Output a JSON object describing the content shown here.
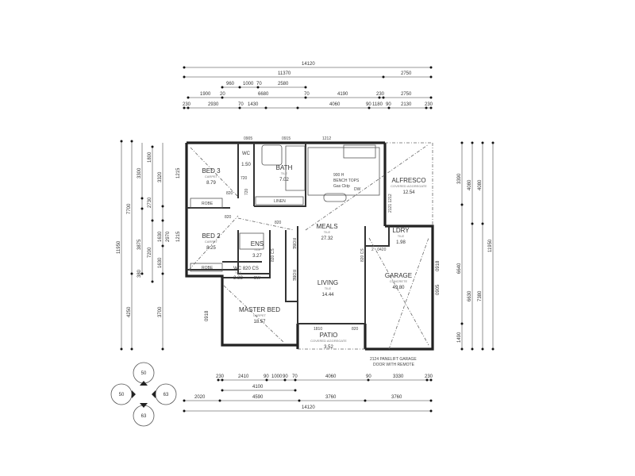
{
  "top_dims": {
    "r1": [
      "14120"
    ],
    "r2": [
      "11370",
      "2750"
    ],
    "r3": [
      "960",
      "1000",
      "70",
      "2580"
    ],
    "r4": [
      "1900",
      "20",
      "6680",
      "70",
      "4190",
      "230",
      "2750"
    ],
    "r5": [
      "230",
      "2930",
      "70",
      "1430",
      "4060",
      "90",
      "1180",
      "90",
      "2130",
      "230"
    ]
  },
  "left_dims": {
    "c1": [
      "11950"
    ],
    "c2": [
      "7700",
      "4250"
    ],
    "c3": [
      "3300",
      "3875",
      "380"
    ],
    "c4": [
      "1800",
      "2730",
      "7200"
    ],
    "c5": [
      "3320",
      "2970",
      "1630",
      "1630",
      "3700"
    ],
    "inner": [
      "1215",
      "1215",
      "0918"
    ]
  },
  "right_dims": {
    "c1": [
      "3390",
      "6640",
      "1490"
    ],
    "c2": [
      "4080",
      "6630"
    ],
    "c3": [
      "4080",
      "7380"
    ],
    "c4": [
      "11950"
    ],
    "inner": [
      "0918",
      "0905"
    ]
  },
  "bottom_dims": {
    "r1": [
      "230",
      "2410",
      "90",
      "1000",
      "90",
      "70",
      "4060",
      "90",
      "3330",
      "230"
    ],
    "r2": [
      "4100"
    ],
    "r3": [
      "2020",
      "4590",
      "3760",
      "3760"
    ],
    "r4": [
      "14120"
    ]
  },
  "rooms": {
    "bed3": {
      "name": "BED 3",
      "finish": "CARPET",
      "area": "8.79"
    },
    "bath": {
      "name": "BATH",
      "finish": "TILE",
      "area": "7.02"
    },
    "wc_top": {
      "name": "WC",
      "area": "1.50"
    },
    "kitchen": {
      "note1": "900 H",
      "note2": "BENCH TOPS",
      "note3": "Gas Cktp",
      "note4": "DW"
    },
    "alfresco": {
      "name": "ALFRESCO",
      "finish": "COVERED AGGREGATE",
      "area": "12.54"
    },
    "bed2": {
      "name": "BED 2",
      "finish": "CARPET",
      "area": "8.25"
    },
    "ens": {
      "name": "ENS",
      "finish": "TILE",
      "area": "3.27"
    },
    "wc": {
      "name": "WC 820 CS",
      "finish": "TILE",
      "area": "2.38"
    },
    "meals": {
      "name": "MEALS",
      "finish": "TILE",
      "area": "27.32"
    },
    "ldry": {
      "name": "LDRY",
      "finish": "TILE",
      "area": "1.98"
    },
    "living": {
      "name": "LIVING",
      "finish": "TILE",
      "area": "14.44"
    },
    "garage": {
      "name": "GARAGE",
      "finish": "CONCRETE",
      "area": "49.80"
    },
    "master": {
      "name": "MASTER BED",
      "finish": "CARPET",
      "area": "18.57"
    },
    "patio": {
      "name": "PATIO",
      "finish": "COVERED AGGREGATE",
      "area": "3.52"
    }
  },
  "labels": {
    "linen": "LINEN",
    "robe1": "ROBE",
    "robe2": "ROBE",
    "robe3": "ROBE",
    "robe4": "ROBE",
    "d820a": "820",
    "d720a": "720",
    "d720b": "720",
    "d820b": "820",
    "d820c": "820",
    "d820cs1": "820 CS",
    "d820cs2": "820 CS",
    "d0420": "2 - 0420",
    "d1810": "1810",
    "d820d": "820",
    "w0905": "0905",
    "w0915": "0915",
    "w1212": "1212",
    "w2121": "2121 1212",
    "garage_door": "2124 PANELIFT GARAGE",
    "garage_door2": "DOOR WITH REMOTE",
    "bw": "BW"
  },
  "compass": {
    "top": "50",
    "left": "50",
    "right": "63",
    "bottom": "63"
  }
}
